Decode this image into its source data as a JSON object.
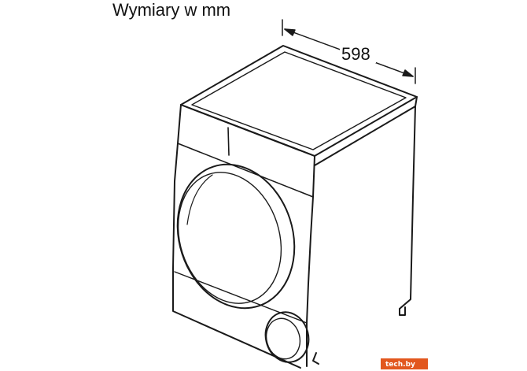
{
  "title": "Wymiary w mm",
  "dimensions": {
    "width_value": "598"
  },
  "watermark": {
    "text": "tech.by",
    "color": "#e2571e"
  },
  "colors": {
    "line": "#1a1a1a",
    "background": "#ffffff"
  }
}
